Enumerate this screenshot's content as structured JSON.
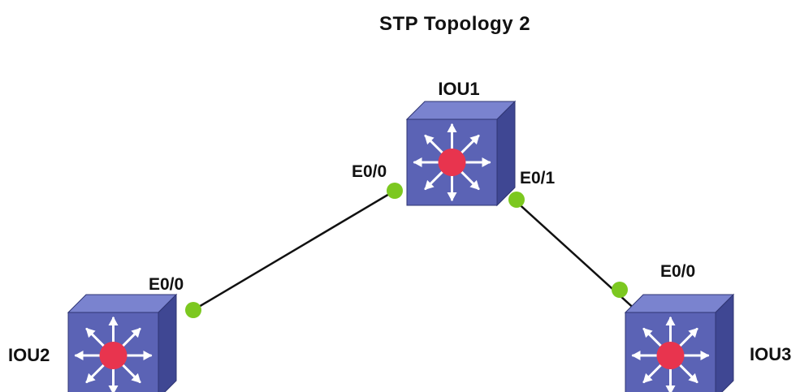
{
  "title": "STP Topology 2",
  "colors": {
    "switch_front": "#5b63b5",
    "switch_top": "#7a83cf",
    "switch_side": "#3f4793",
    "switch_center": "#e8344e",
    "arrow": "#ffffff",
    "port": "#7cc820",
    "link": "#111111"
  },
  "devices": [
    {
      "id": "iou1",
      "label": "IOU1",
      "icon": "multilayer-switch-icon"
    },
    {
      "id": "iou2",
      "label": "IOU2",
      "icon": "multilayer-switch-icon"
    },
    {
      "id": "iou3",
      "label": "IOU3",
      "icon": "multilayer-switch-icon"
    }
  ],
  "links": [
    {
      "from": "iou1",
      "from_port": "E0/0",
      "to": "iou2",
      "to_port": "E0/0"
    },
    {
      "from": "iou1",
      "from_port": "E0/1",
      "to": "iou3",
      "to_port": "E0/0"
    }
  ]
}
